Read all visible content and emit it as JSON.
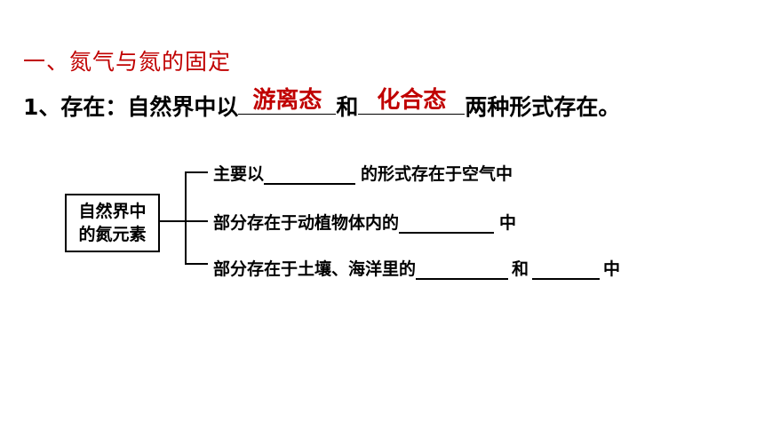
{
  "heading": "一、氮气与氮的固定",
  "line1": {
    "prefix": "1、存在：自然界中以",
    "answer1": "游离态",
    "middle": "和",
    "answer2": "化合态",
    "suffix": "两种形式存在。"
  },
  "box": {
    "line1": "自然界中",
    "line2": "的氮元素"
  },
  "branches": [
    {
      "before": "主要以",
      "after": "的形式存在于空气中"
    },
    {
      "before": "部分存在于动植物体内的",
      "after": "中"
    },
    {
      "before": "部分存在于土壤、海洋里的",
      "middle": "和",
      "after": "中"
    }
  ]
}
